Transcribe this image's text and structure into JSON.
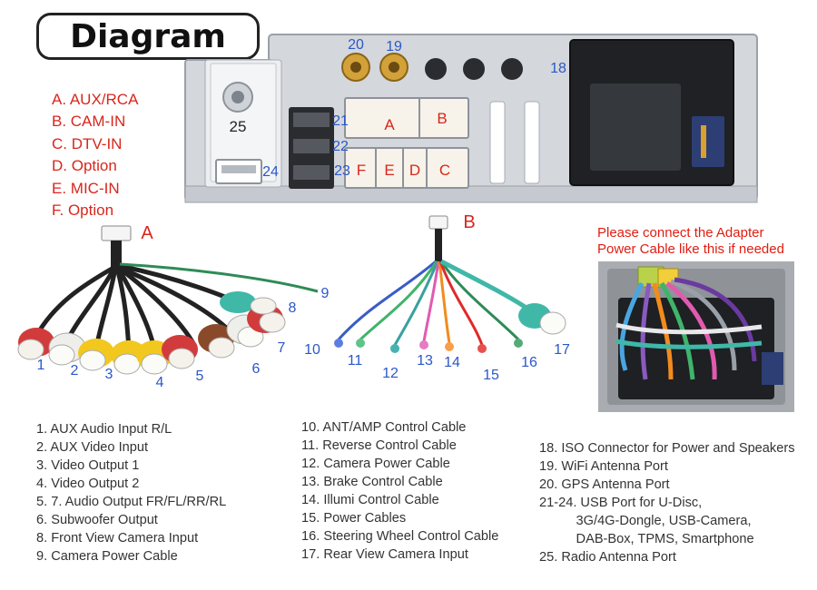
{
  "title": "Diagram",
  "connectors": [
    {
      "label": "A. AUX/RCA"
    },
    {
      "label": "B. CAM-IN"
    },
    {
      "label": "C. DTV-IN"
    },
    {
      "label": "D. Option"
    },
    {
      "label": "E. MIC-IN"
    },
    {
      "label": "F. Option"
    }
  ],
  "unit_labels": {
    "n25": "25",
    "n24": "24",
    "n21": "21",
    "n22": "22",
    "n23": "23",
    "n20": "20",
    "n19": "19",
    "n18": "18",
    "A": "A",
    "B": "B",
    "C": "C",
    "D": "D",
    "E": "E",
    "F": "F"
  },
  "harness_a": {
    "letter": "A",
    "numbers": [
      "1",
      "2",
      "3",
      "4",
      "5",
      "6",
      "7",
      "8",
      "9"
    ]
  },
  "harness_b": {
    "letter": "B",
    "numbers": [
      "10",
      "11",
      "12",
      "13",
      "14",
      "15",
      "16",
      "17"
    ]
  },
  "adapter_note": {
    "line1": "Please connect the Adapter",
    "line2": "Power Cable like this if needed"
  },
  "legend": {
    "col1": [
      "1. AUX Audio Input R/L",
      "2. AUX Video Input",
      "3. Video Output 1",
      "4. Video Output 2",
      "5. 7. Audio Output FR/FL/RR/RL",
      "6. Subwoofer Output",
      "8. Front View Camera Input",
      "9. Camera Power Cable"
    ],
    "col2": [
      "10. ANT/AMP Control Cable",
      "11. Reverse Control Cable",
      "12. Camera Power Cable",
      "13. Brake Control Cable",
      "14. Illumi Control Cable",
      "15. Power Cables",
      "16. Steering Wheel Control Cable",
      "17. Rear View Camera Input"
    ],
    "col3": [
      "18. ISO Connector for Power and Speakers",
      "19. WiFi Antenna Port",
      "20. GPS Antenna Port",
      "21-24. USB Port for U-Disc,",
      "          3G/4G-Dongle, USB-Camera,",
      "          DAB-Box, TPMS, Smartphone",
      "25. Radio Antenna Port"
    ]
  },
  "colors": {
    "label_red": "#d9261c",
    "number_blue": "#2b57c8",
    "chassis": "#d4d7dc"
  }
}
